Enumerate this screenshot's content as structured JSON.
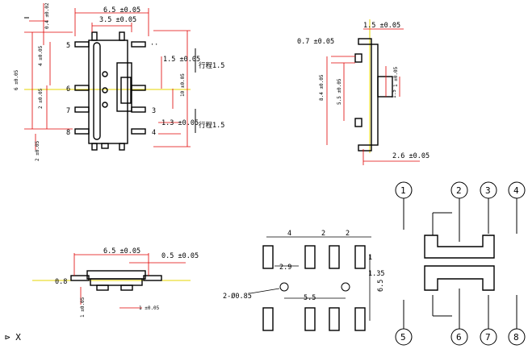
{
  "top_view": {
    "dim_top": "6.5 ±0.05",
    "dim_inner": "3.5 ±0.05",
    "dim_left_top": "0.4 ±0.02",
    "dim_left_a": "4 ±0.05",
    "dim_left_b": "6 ±0.05",
    "dim_left_c": "2 ±0.05",
    "dim_left_d": "2 ±0.05",
    "dim_right_height": "10 ±0.05",
    "dim_pos_a": "1.5 ±0.05",
    "dim_pos_b": "1.3 ±0.05",
    "travel_a": "行程1.5",
    "travel_b": "行程1.5",
    "pin_5": "5",
    "pin_6": "6",
    "pin_7": "7",
    "pin_8": "8",
    "pin_3": "3",
    "pin_4": "4",
    "dots": "··"
  },
  "side_view": {
    "dim_top": "1.5 ±0.05",
    "dim_left_small": "0.7 ±0.05",
    "dim_height_outer": "8.4 ±0.05",
    "dim_height_inner": "5.5 ±0.05",
    "dim_right_a": "1 ±0.05",
    "dim_right_b": "1.5",
    "dim_bottom": "2.6 ±0.05"
  },
  "front_view": {
    "dim_top": "6.5 ±0.05",
    "dim_right": "0.5 ±0.05",
    "dim_left": "0.8",
    "dim_height": "1 ±0.05",
    "dim_bottom": "1 ±0.05"
  },
  "footprint": {
    "dim_4": "4",
    "dim_2a": "2",
    "dim_2b": "2",
    "dim_1": "1",
    "dim_2_9": "2.9",
    "dim_1_35": "1.35",
    "dim_5_5": "5.5",
    "dim_6_5": "6.5",
    "holes": "2-Ø0.85"
  },
  "schematic": {
    "pins_top": [
      "1",
      "2",
      "3",
      "4"
    ],
    "pins_bottom": [
      "5",
      "6",
      "7",
      "8"
    ]
  },
  "corner_icon": "⊳ X"
}
